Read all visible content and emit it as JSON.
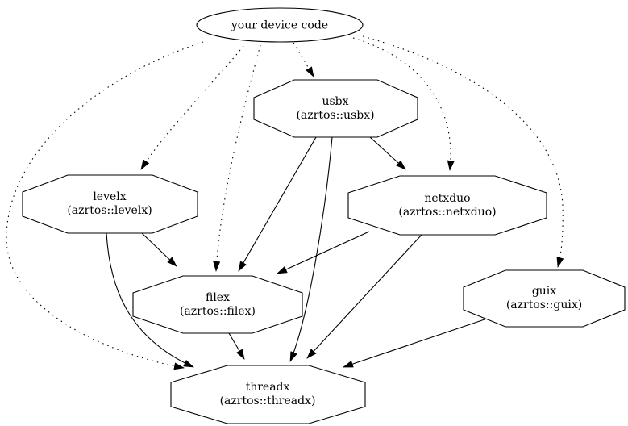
{
  "diagram": {
    "type": "dependency-graph",
    "background_color": "#ffffff",
    "stroke_color": "#000000",
    "nodes": [
      {
        "id": "device",
        "label": "your device code",
        "sublabel": "",
        "shape": "ellipse"
      },
      {
        "id": "usbx",
        "label": "usbx",
        "sublabel": "(azrtos::usbx)",
        "shape": "octagon"
      },
      {
        "id": "levelx",
        "label": "levelx",
        "sublabel": "(azrtos::levelx)",
        "shape": "octagon"
      },
      {
        "id": "netxduo",
        "label": "netxduo",
        "sublabel": "(azrtos::netxduo)",
        "shape": "octagon"
      },
      {
        "id": "filex",
        "label": "filex",
        "sublabel": "(azrtos::filex)",
        "shape": "octagon"
      },
      {
        "id": "guix",
        "label": "guix",
        "sublabel": "(azrtos::guix)",
        "shape": "octagon"
      },
      {
        "id": "threadx",
        "label": "threadx",
        "sublabel": "(azrtos::threadx)",
        "shape": "octagon"
      }
    ],
    "edges": [
      {
        "from": "device",
        "to": "usbx",
        "style": "dotted"
      },
      {
        "from": "device",
        "to": "levelx",
        "style": "dotted"
      },
      {
        "from": "device",
        "to": "filex",
        "style": "dotted"
      },
      {
        "from": "device",
        "to": "netxduo",
        "style": "dotted"
      },
      {
        "from": "device",
        "to": "guix",
        "style": "dotted"
      },
      {
        "from": "device",
        "to": "threadx",
        "style": "dotted"
      },
      {
        "from": "usbx",
        "to": "netxduo",
        "style": "solid"
      },
      {
        "from": "usbx",
        "to": "filex",
        "style": "solid"
      },
      {
        "from": "usbx",
        "to": "threadx",
        "style": "solid"
      },
      {
        "from": "levelx",
        "to": "filex",
        "style": "solid"
      },
      {
        "from": "levelx",
        "to": "threadx",
        "style": "solid"
      },
      {
        "from": "netxduo",
        "to": "filex",
        "style": "solid"
      },
      {
        "from": "netxduo",
        "to": "threadx",
        "style": "solid"
      },
      {
        "from": "filex",
        "to": "threadx",
        "style": "solid"
      },
      {
        "from": "guix",
        "to": "threadx",
        "style": "solid"
      }
    ]
  }
}
